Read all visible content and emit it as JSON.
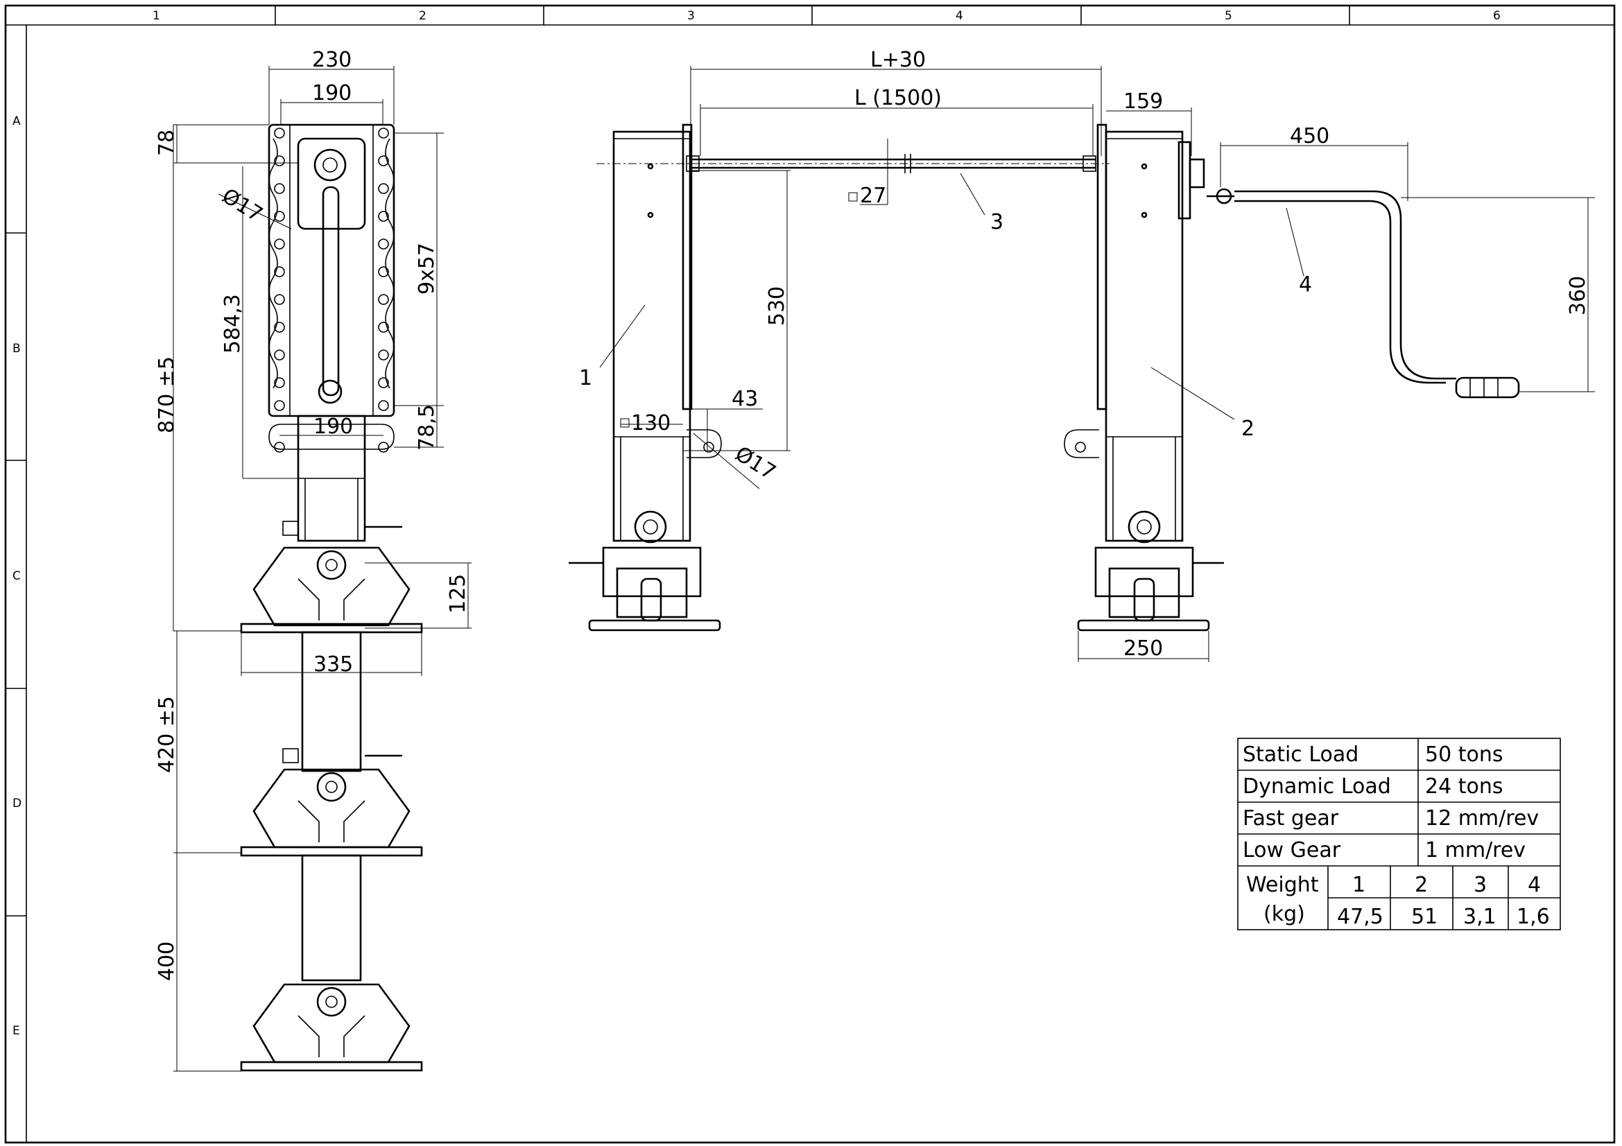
{
  "frame": {
    "columns": [
      "1",
      "2",
      "3",
      "4",
      "5",
      "6"
    ],
    "rows": [
      "A",
      "B",
      "C",
      "D",
      "E"
    ]
  },
  "dimensions": {
    "d230": "230",
    "d190_top": "190",
    "d78": "78",
    "d17_left": "Ø17",
    "d584": "584,3",
    "d9x57": "9x57",
    "d870": "870 ±5",
    "d78_5": "78,5",
    "d190_bot": "190",
    "d125": "125",
    "d335": "335",
    "d420": "420 ±5",
    "d400": "400",
    "dL30": "L+30",
    "dL": "L (1500)",
    "d159": "159",
    "d27": "27",
    "d530": "530",
    "d43": "43",
    "d130": "130",
    "d17_mid": "Ø17",
    "d250": "250",
    "d450": "450",
    "d360": "360"
  },
  "callouts": [
    "1",
    "2",
    "3",
    "4"
  ],
  "specs": {
    "rows": [
      {
        "label": "Static Load",
        "value": "50 tons"
      },
      {
        "label": "Dynamic Load",
        "value": "24 tons"
      },
      {
        "label": "Fast gear",
        "value": "12 mm/rev"
      },
      {
        "label": "Low Gear",
        "value": "1 mm/rev"
      }
    ],
    "weight_label_1": "Weight",
    "weight_label_2": "(kg)",
    "weight_items": [
      "1",
      "2",
      "3",
      "4"
    ],
    "weight_values": [
      "47,5",
      "51",
      "3,1",
      "1,6"
    ]
  }
}
